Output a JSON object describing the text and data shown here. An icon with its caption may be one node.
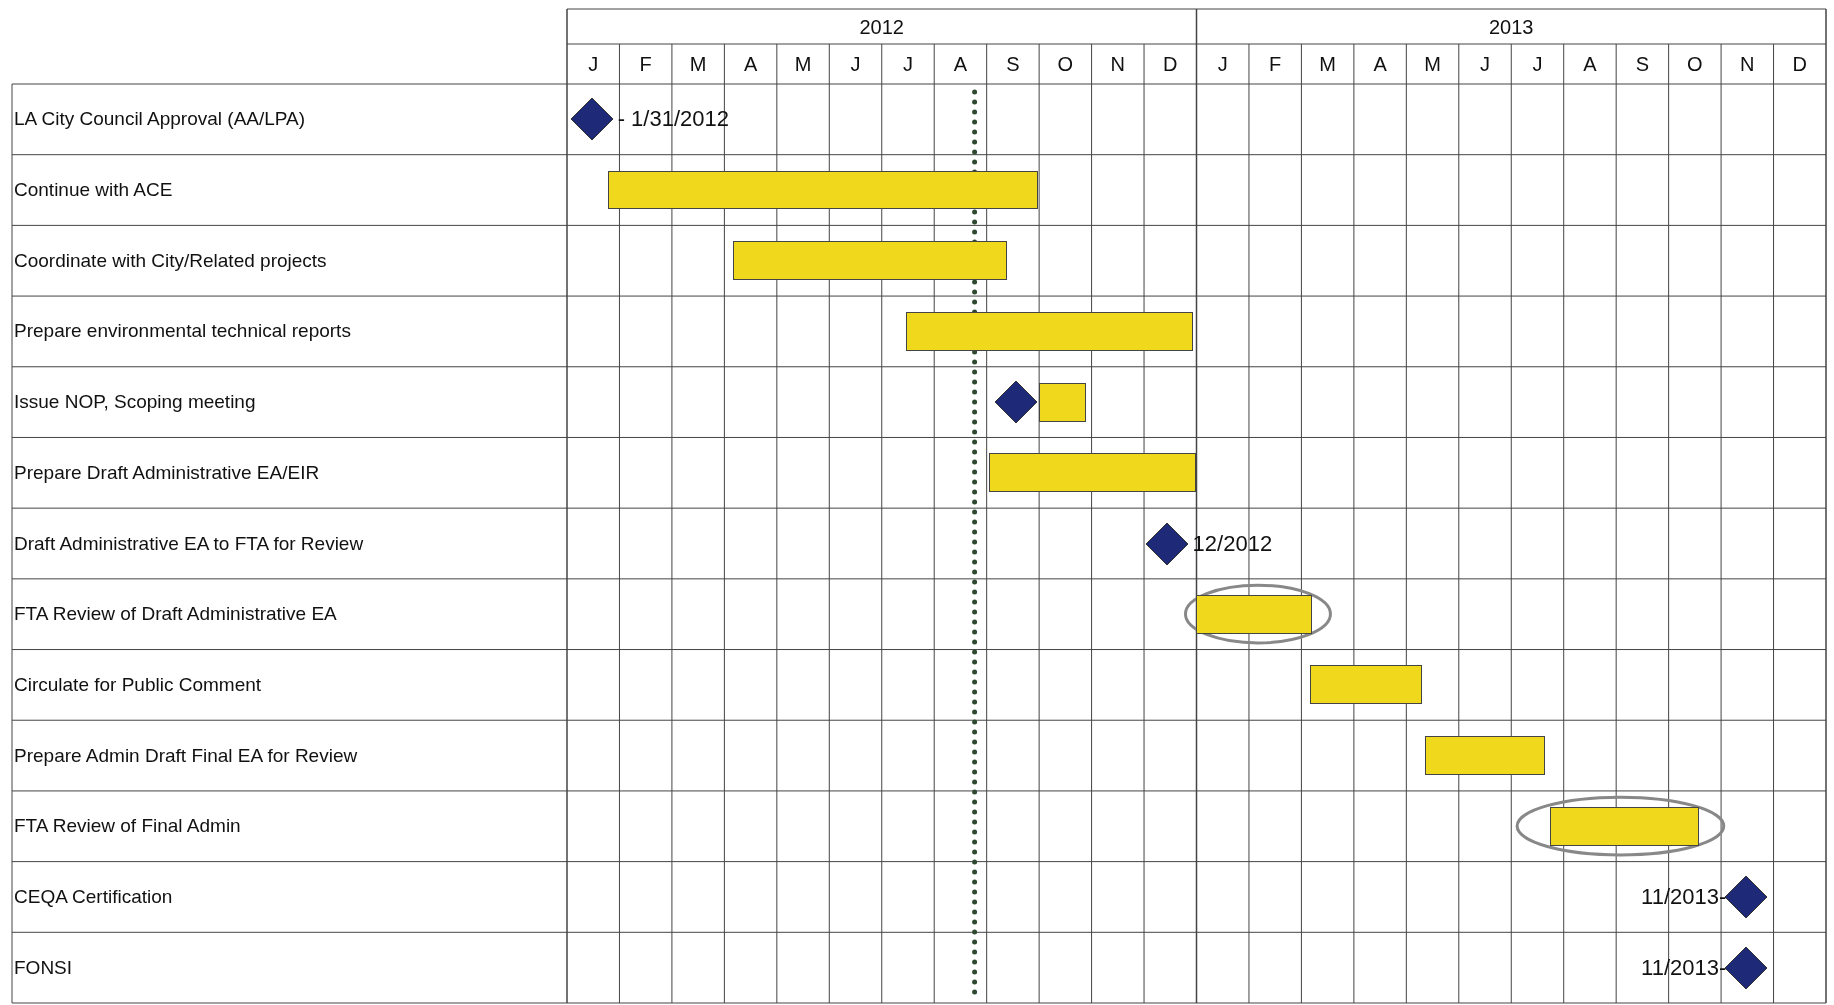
{
  "diagram": {
    "nodes": [
      {
        "text": [],
        "shape": "diamond",
        "beside": [
          "- 1/31/2012"
        ]
      },
      {
        "text": [],
        "shape": "bar"
      },
      {
        "text": [],
        "shape": "bar"
      },
      {
        "text": [],
        "shape": "bar"
      },
      {
        "text": [],
        "shape": "diamond"
      },
      {
        "text": [],
        "shape": "bar"
      },
      {
        "text": [],
        "shape": "bar"
      },
      {
        "text": [],
        "shape": "diamond",
        "beside": [
          "12/2012"
        ]
      },
      {
        "text": [],
        "shape": "ellipse"
      },
      {
        "text": [],
        "shape": "bar",
        "in": 8
      },
      {
        "text": [],
        "shape": "bar"
      },
      {
        "text": [],
        "shape": "bar"
      },
      {
        "text": [],
        "shape": "ellipse"
      },
      {
        "text": [],
        "shape": "bar",
        "in": 12
      },
      {
        "text": [],
        "shape": "diamond",
        "beside": [
          "11/2013-"
        ]
      },
      {
        "text": [],
        "shape": "diamond",
        "beside": [
          "11/2013-"
        ]
      }
    ],
    "edges": [],
    "labels": [
      "2012",
      "2013",
      "J",
      "F",
      "M",
      "A",
      "M",
      "J",
      "J",
      "A",
      "S",
      "O",
      "N",
      "D",
      "J",
      "F",
      "M",
      "A",
      "M",
      "J",
      "J",
      "A",
      "S",
      "O",
      "N",
      "D",
      "LA City Council Approval (AA/LPA)",
      "Continue with ACE",
      "Coordinate with City/Related projects",
      "Prepare environmental technical reports",
      "Issue NOP, Scoping meeting",
      "Prepare Draft Administrative EA/EIR",
      "Draft Administrative EA to FTA for Review",
      "FTA Review of Draft Administrative EA",
      "Circulate for Public Comment",
      "Prepare Admin Draft Final EA for Review",
      "FTA Review of Final Admin",
      "CEQA Certification",
      "FONSI"
    ]
  }
}
